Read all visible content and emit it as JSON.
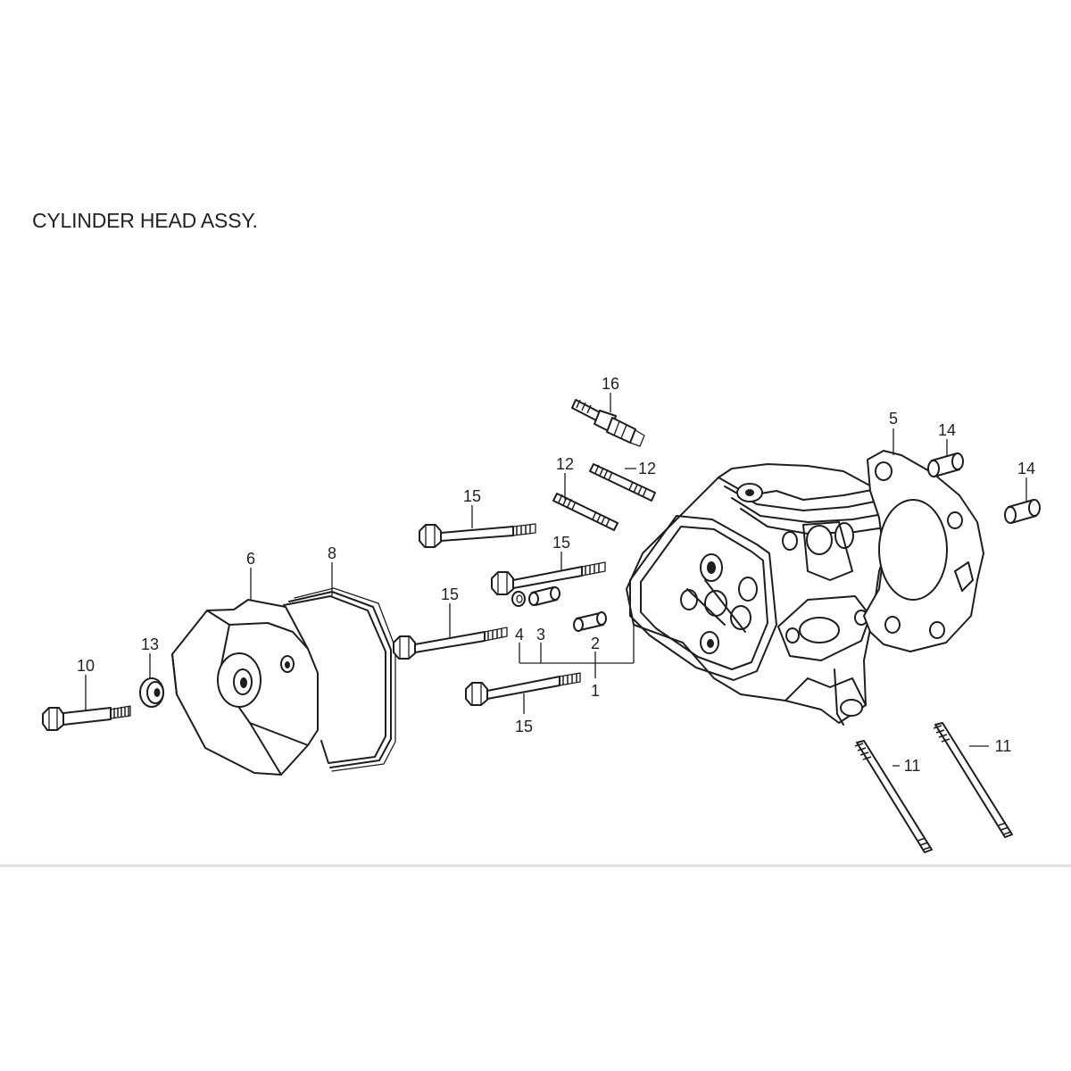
{
  "title": "CYLINDER HEAD ASSY.",
  "callouts": [
    {
      "id": "16",
      "part": "spark-plug"
    },
    {
      "id": "5",
      "part": "head-gasket"
    },
    {
      "id": "14",
      "part": "dowel-pin-a"
    },
    {
      "id": "14",
      "part": "dowel-pin-b"
    },
    {
      "id": "12",
      "part": "stud-a"
    },
    {
      "id": "12",
      "part": "stud-b"
    },
    {
      "id": "15",
      "part": "flange-bolt-a"
    },
    {
      "id": "15",
      "part": "flange-bolt-b"
    },
    {
      "id": "15",
      "part": "flange-bolt-c"
    },
    {
      "id": "15",
      "part": "flange-bolt-d"
    },
    {
      "id": "6",
      "part": "head-cover"
    },
    {
      "id": "8",
      "part": "head-cover-gasket"
    },
    {
      "id": "13",
      "part": "washer"
    },
    {
      "id": "10",
      "part": "cover-bolt"
    },
    {
      "id": "4",
      "part": "o-ring"
    },
    {
      "id": "3",
      "part": "sleeve"
    },
    {
      "id": "2",
      "part": "dowel-pin"
    },
    {
      "id": "1",
      "part": "cylinder-head"
    },
    {
      "id": "11",
      "part": "long-stud-a"
    },
    {
      "id": "11",
      "part": "long-stud-b"
    }
  ]
}
